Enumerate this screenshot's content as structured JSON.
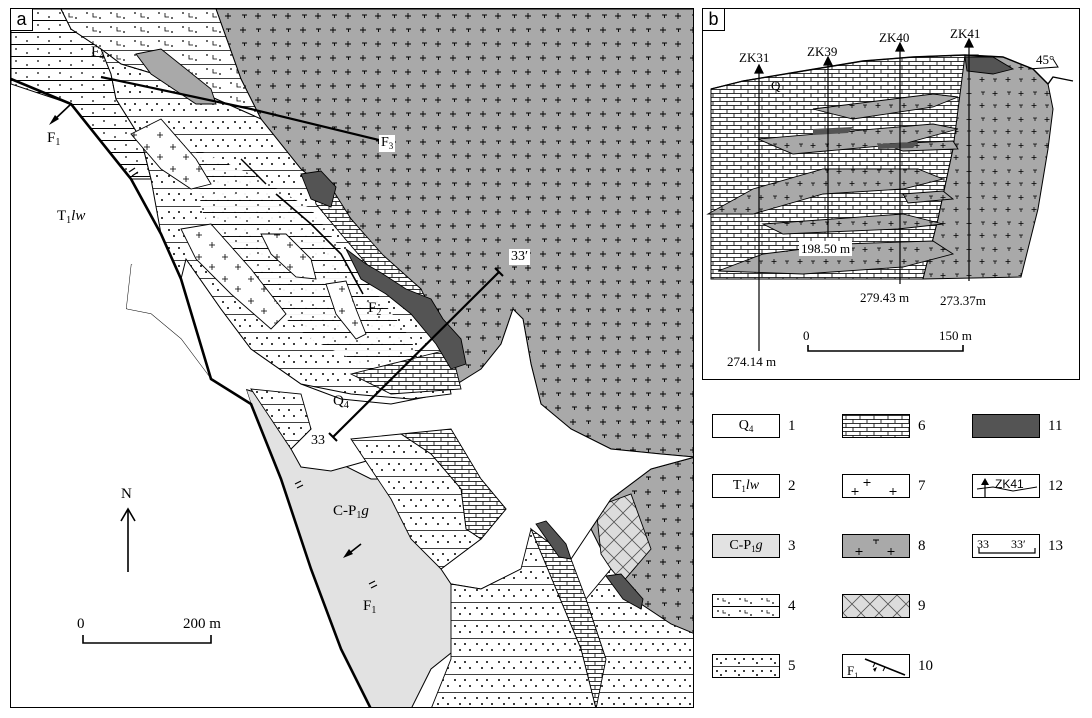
{
  "panel_a": {
    "tag": "a",
    "labels": {
      "f1_top": "F",
      "f1_top_sub": "1",
      "f1_bottom": "F",
      "f1_bottom_sub": "1",
      "f2": "F",
      "f2_sub": "2",
      "f3": "F",
      "f3_sub": "3",
      "f4": "F",
      "f4_sub": "4",
      "t1lw_main": "T",
      "t1lw_sub": "1",
      "t1lw_rest": "lw",
      "q4_main": "Q",
      "q4_sub": "4",
      "cp1g_main": "C-P",
      "cp1g_sub": "1",
      "cp1g_rest": "g",
      "section_start": "33",
      "section_end": "33′",
      "north": "N"
    },
    "scale": {
      "zero": "0",
      "end": "200 m"
    }
  },
  "panel_b": {
    "tag": "b",
    "drillholes": [
      {
        "id": "ZK31",
        "depth": "274.14 m"
      },
      {
        "id": "ZK39",
        "depth": "198.50 m"
      },
      {
        "id": "ZK40",
        "depth": "279.43 m"
      },
      {
        "id": "ZK41",
        "depth": "273.37m"
      }
    ],
    "q_label": "Q",
    "dip": "45°",
    "scale": {
      "zero": "0",
      "end": "150 m"
    }
  },
  "legend": [
    {
      "num": "1",
      "text_main": "Q",
      "text_sub": "4",
      "text_rest": ""
    },
    {
      "num": "2",
      "text_main": "T",
      "text_sub": "1",
      "text_rest": "lw"
    },
    {
      "num": "3",
      "text_main": "C-P",
      "text_sub": "1",
      "text_rest": "g"
    },
    {
      "num": "4"
    },
    {
      "num": "5"
    },
    {
      "num": "6"
    },
    {
      "num": "7"
    },
    {
      "num": "8"
    },
    {
      "num": "9"
    },
    {
      "num": "10",
      "text_main": "F",
      "text_sub": "1"
    },
    {
      "num": "11"
    },
    {
      "num": "12",
      "text_main": "ZK41"
    },
    {
      "num": "13",
      "text_main": "33",
      "text_end": "33′"
    }
  ],
  "colors": {
    "granite_gray": "#a9a9a9",
    "carboniferous_light": "#e2e2e2",
    "orebody_dark": "#545454",
    "border": "#000000",
    "background": "#ffffff"
  }
}
